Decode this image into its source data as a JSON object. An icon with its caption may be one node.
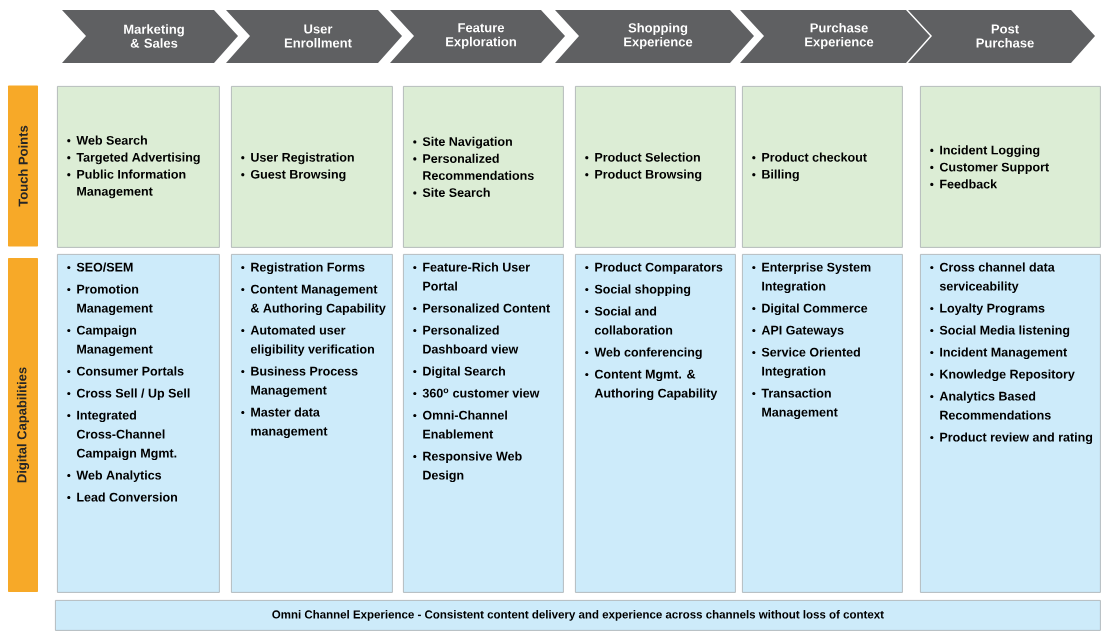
{
  "diagram": {
    "nodes": [
      {
        "text": [
          "Marketing & Sales"
        ]
      },
      {
        "text": [
          "User Enrollment"
        ]
      },
      {
        "text": [
          "Feature Exploration"
        ]
      },
      {
        "text": [
          "Shopping Experience"
        ]
      },
      {
        "text": [
          "Purchase Experience"
        ]
      },
      {
        "text": [
          "Post Purchase"
        ]
      },
      {
        "text": [
          "Touch Points"
        ]
      },
      {
        "text": [
          "Web Search",
          "Targeted Advertising",
          "Public Information Management"
        ]
      },
      {
        "text": [
          "User Registration",
          "Guest Browsing"
        ]
      },
      {
        "text": [
          "Site Navigation",
          "Personalized Recommendations",
          "Site Search"
        ]
      },
      {
        "text": [
          "Product Selection",
          "Product Browsing"
        ]
      },
      {
        "text": [
          "Product checkout",
          "Billing"
        ]
      },
      {
        "text": [
          "Incident Logging",
          "Customer Support",
          "Feedback"
        ]
      },
      {
        "text": [
          "Digital Capabilities"
        ]
      },
      {
        "text": [
          "SEO/SEM",
          "Promotion Management",
          "Campaign Management",
          "Consumer Portals",
          "Cross Sell / Up Sell",
          "Integrated Cross-Channel Campaign Mgmt.",
          "Web Analytics",
          "Lead Conversion"
        ]
      },
      {
        "text": [
          "Registration Forms",
          "Content Management & Authoring Capability",
          "Automated user eligibility verification",
          "Business Process Management",
          "Master data management"
        ]
      },
      {
        "text": [
          "Feature-Rich User Portal",
          "Personalized Content",
          "Personalized Dashboard view",
          "Digital Search",
          "360$^{o}$ customer view",
          "Omni-Channel Enablement",
          "Responsive Web Design"
        ]
      },
      {
        "text": [
          "Product Comparators",
          "Social shopping",
          "Social and collaboration",
          "Web conferencing",
          "Content Mgmt. & Authoring Capability"
        ]
      },
      {
        "text": [
          "Enterprise System Integration",
          "Digital Commerce",
          "API Gateways",
          "Service Oriented Integration",
          "Transaction Management"
        ]
      },
      {
        "text": [
          "Cross channel data serviceability",
          "Loyalty Programs",
          "Social Media listening",
          "Incident Management",
          "Knowledge Repository",
          "Analytics Based Recommendations",
          "Product review and rating"
        ]
      },
      {
        "text": [
          "Omni Channel Experience - Consistent content delivery and experience across channels without loss of context"
        ]
      }
    ]
  }
}
